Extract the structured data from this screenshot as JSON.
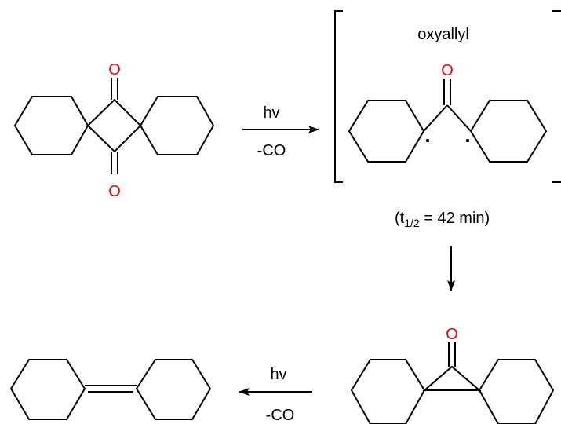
{
  "colors": {
    "bond": "#000000",
    "oxygen": "#e8000b",
    "text": "#000000",
    "background": "#ffffff"
  },
  "atoms": {
    "oxygen_symbol": "O"
  },
  "step1": {
    "condition_top": "hv",
    "condition_bottom": "-CO"
  },
  "intermediate": {
    "name": "oxyallyl",
    "radical_dot": "."
  },
  "step2": {
    "condition_prefix": "(t",
    "condition_subscript": "1/2",
    "condition_suffix": " = 42 min)"
  },
  "step3": {
    "condition_top": "hv",
    "condition_bottom": "-CO"
  }
}
